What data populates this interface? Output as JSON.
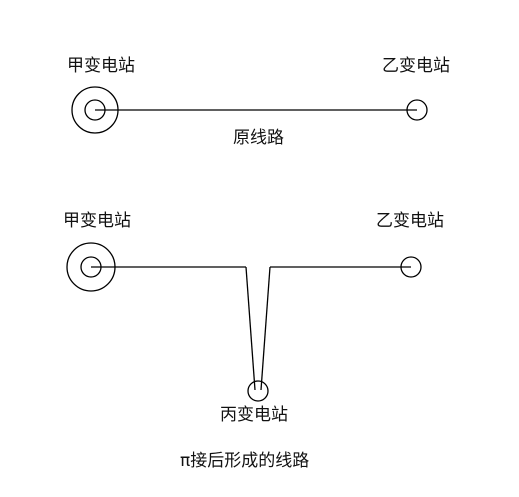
{
  "top_diagram": {
    "station_a": "甲变电站",
    "station_b": "乙变电站",
    "caption": "原线路"
  },
  "bottom_diagram": {
    "station_a": "甲变电站",
    "station_b": "乙变电站",
    "station_c": "丙变电站",
    "caption": "π接后形成的线路"
  },
  "colors": {
    "line": "#000000",
    "text": "#111111",
    "background": "#ffffff"
  }
}
